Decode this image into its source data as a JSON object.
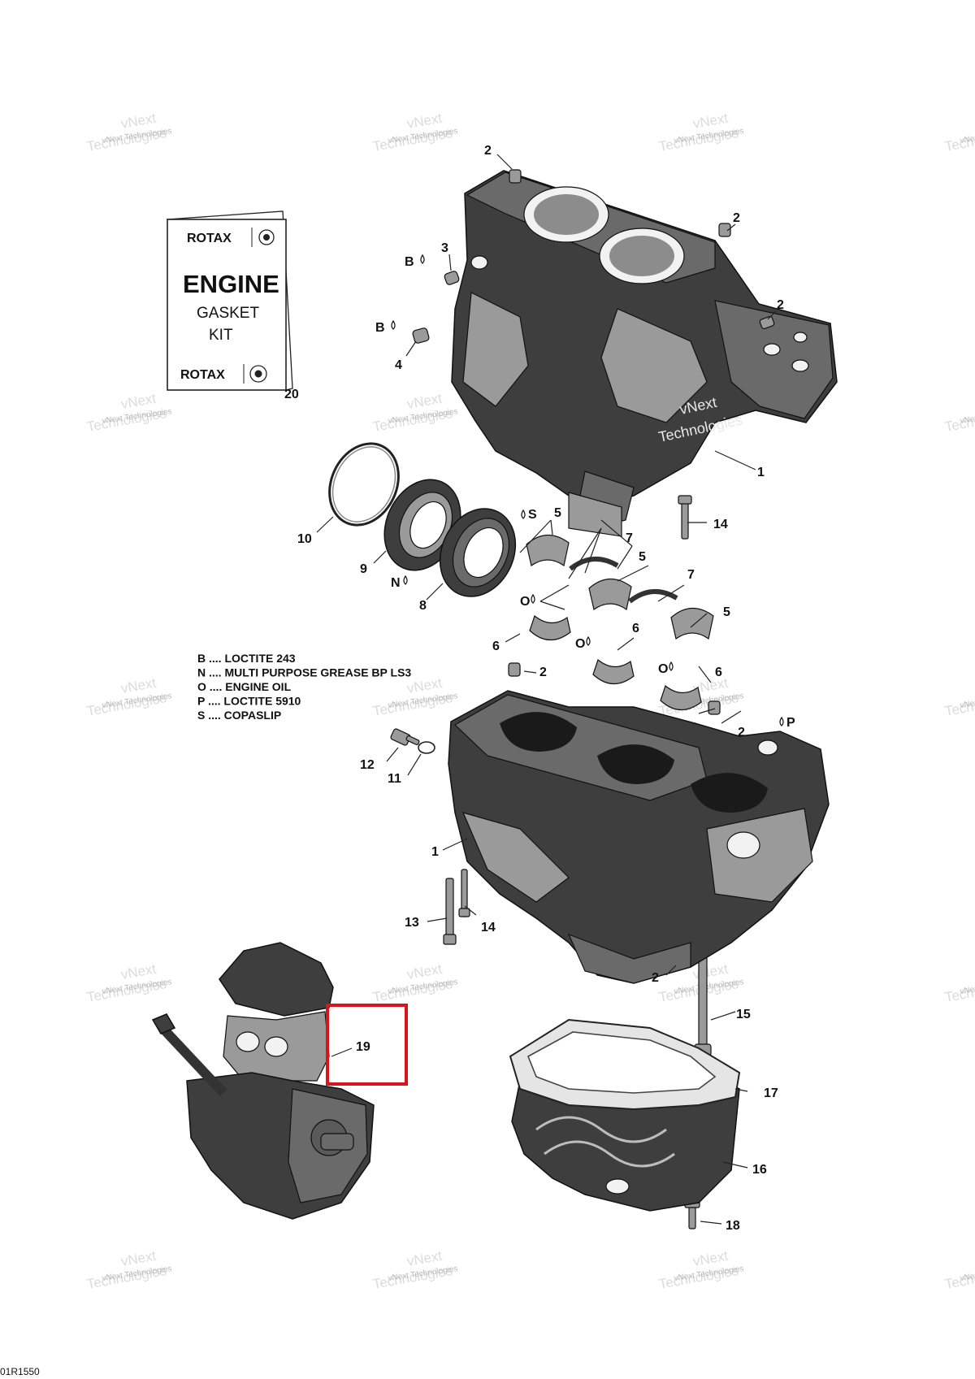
{
  "gasket_kit": {
    "brand_top": "ROTAX",
    "title": "ENGINE",
    "line2": "GASKET",
    "line3": "KIT",
    "brand_bottom": "ROTAX",
    "callout": "20"
  },
  "legend": [
    {
      "code": "B",
      "text": "LOCTITE 243"
    },
    {
      "code": "N",
      "text": "MULTI PURPOSE GREASE BP LS3"
    },
    {
      "code": "O",
      "text": "ENGINE OIL"
    },
    {
      "code": "P",
      "text": "LOCTITE 5910"
    },
    {
      "code": "S",
      "text": "COPASLIP"
    }
  ],
  "legend_separator": "....",
  "callouts": [
    "2",
    "2",
    "2",
    "3",
    "4",
    "1",
    "10",
    "9",
    "8",
    "5",
    "7",
    "5",
    "7",
    "14",
    "6",
    "6",
    "5",
    "6",
    "2",
    "2",
    "12",
    "11",
    "1",
    "13",
    "14",
    "2",
    "15",
    "19",
    "17",
    "16",
    "18"
  ],
  "symbol_labels": [
    "B",
    "B",
    "N",
    "S",
    "O",
    "O",
    "O",
    "P"
  ],
  "highlight_callout": "19",
  "highlight_color": "#d9141b",
  "watermark": {
    "small": "vNext Technologies",
    "big": "Technologies",
    "top": "vNext",
    "overlay": "vNext Technologies"
  },
  "drawing_code": "01R1550"
}
